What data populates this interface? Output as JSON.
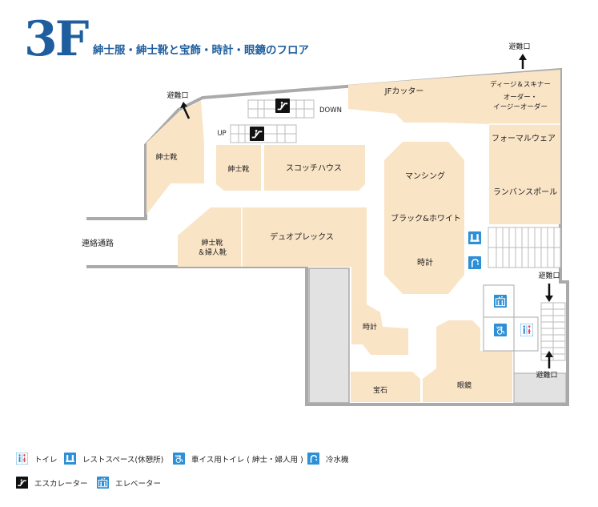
{
  "header": {
    "floor": "3F",
    "title": "紳士服・紳士靴と宝飾・時計・眼鏡のフロア"
  },
  "colors": {
    "brand_blue": "#1f5e9e",
    "shop": "#fae4c6",
    "corridor_wall": "#aaaaaa",
    "service": "#e2e2e2",
    "icon_blue": "#2d8fd5",
    "icon_black": "#111111"
  },
  "map": {
    "shops": {
      "mens_shoes_left": "紳士靴",
      "mens_shoes_center": "紳士靴",
      "scotch_house": "スコッチハウス",
      "jf_cutter": "JFカッター",
      "dj_skinner": "ディージ＆スキナー",
      "order_easy_order": "オーダー・\nイージーオーダー",
      "formal_wear": "フォーマルウェア",
      "lanvin_sport": "ランバンスポール",
      "munsingwear": "マンシング",
      "black_white": "ブラック&ホワイト",
      "watches_center": "時計",
      "duo_plex": "デュオプレックス",
      "mens_womens_shoes": "紳士靴\n＆婦人靴",
      "watches_lower": "時計",
      "jewelry": "宝石",
      "eyewear": "眼鏡"
    },
    "labels": {
      "connecting_passage": "連絡通路",
      "escalator_down": "DOWN",
      "escalator_up": "UP",
      "exit_top_left": "避難口",
      "exit_top_right": "避難口",
      "exit_right_mid": "避難口",
      "exit_right_bottom": "避難口"
    },
    "icons": [
      "escalator-icon",
      "rest-space-icon",
      "water-fountain-icon",
      "elevator-icon",
      "accessible-toilet-icon",
      "toilet-icon"
    ]
  },
  "legend": [
    {
      "icon": "toilet-icon",
      "label": "トイレ"
    },
    {
      "icon": "rest-space-icon",
      "label": "レストスペース(休憩所)"
    },
    {
      "icon": "accessible-toilet-icon",
      "label": "車イス用トイレ ( 紳士・婦人用 )"
    },
    {
      "icon": "water-fountain-icon",
      "label": "冷水機"
    },
    {
      "icon": "escalator-icon",
      "label": "エスカレーター"
    },
    {
      "icon": "elevator-icon",
      "label": "エレベーター"
    }
  ]
}
